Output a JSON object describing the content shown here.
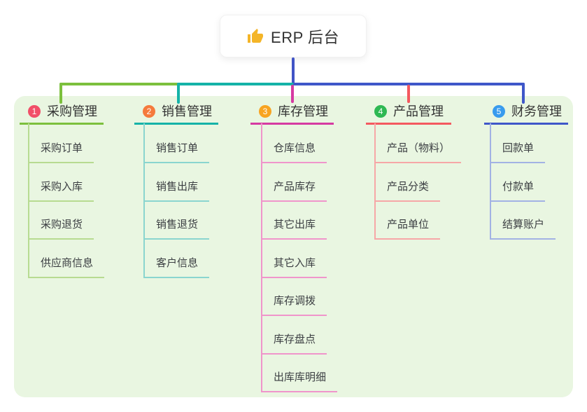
{
  "root": {
    "label": "ERP 后台",
    "icon": "thumbs-up-icon",
    "icon_color": "#f4b528"
  },
  "colors": {
    "stem_blue": "#4154c6",
    "panel_bg": "#e9f6e1",
    "header_text": "#333333",
    "child_text": "#3b3e42"
  },
  "branches": [
    {
      "badge": "1",
      "label": "采购管理",
      "badge_color": "#f14f68",
      "line_color": "#7cc03d",
      "child_line_color": "#b7db91",
      "children": [
        "采购订单",
        "采购入库",
        "采购退货",
        "供应商信息"
      ]
    },
    {
      "badge": "2",
      "label": "销售管理",
      "badge_color": "#f57a3c",
      "line_color": "#15b3a8",
      "child_line_color": "#8ad5cf",
      "children": [
        "销售订单",
        "销售出库",
        "销售退货",
        "客户信息"
      ]
    },
    {
      "badge": "3",
      "label": "库存管理",
      "badge_color": "#f8a421",
      "line_color": "#d63aa2",
      "child_line_color": "#f095cb",
      "children": [
        "仓库信息",
        "产品库存",
        "其它出库",
        "其它入库",
        "库存调拨",
        "库存盘点",
        "出库库明细"
      ]
    },
    {
      "badge": "4",
      "label": "产品管理",
      "badge_color": "#2eb853",
      "line_color": "#f4595f",
      "child_line_color": "#f6a7a7",
      "children": [
        "产品（物料）",
        "产品分类",
        "产品单位"
      ]
    },
    {
      "badge": "5",
      "label": "财务管理",
      "badge_color": "#389bee",
      "line_color": "#3f57c9",
      "child_line_color": "#a2b2e4",
      "children": [
        "回款单",
        "付款单",
        "结算账户"
      ]
    }
  ]
}
